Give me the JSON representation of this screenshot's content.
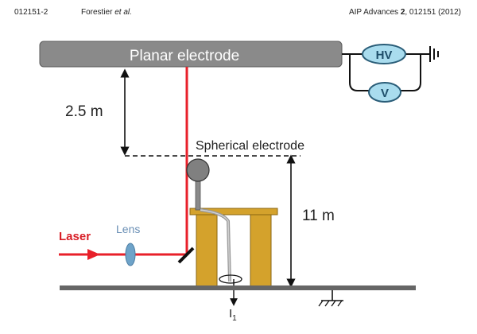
{
  "header": {
    "page_id": "012151-2",
    "authors_prefix": "Forestier ",
    "authors_etal": "et al.",
    "journal_prefix": "AIP Advances ",
    "volume": "2",
    "citation_suffix": ", 012151 (2012)"
  },
  "figure": {
    "planar_label": "Planar electrode",
    "hv_label": "HV",
    "v_label": "V",
    "distance_upper": "2.5 m",
    "spherical_label": "Spherical electrode",
    "distance_lower": "11 m",
    "laser_label": "Laser",
    "lens_label": "Lens",
    "current_label": "I",
    "current_subscript": "1"
  },
  "colors": {
    "electrode_gray": "#8a8a8a",
    "laser_red": "#e8202a",
    "meter_fill": "#a9dcee",
    "meter_border": "#2a5d78",
    "lens_fill": "#6ea3c9",
    "table_fill": "#d4a22c",
    "table_border": "#8a6510",
    "ground_gray": "#666666",
    "laser_label": "#d81e26",
    "lens_label": "#6a8fb5"
  }
}
